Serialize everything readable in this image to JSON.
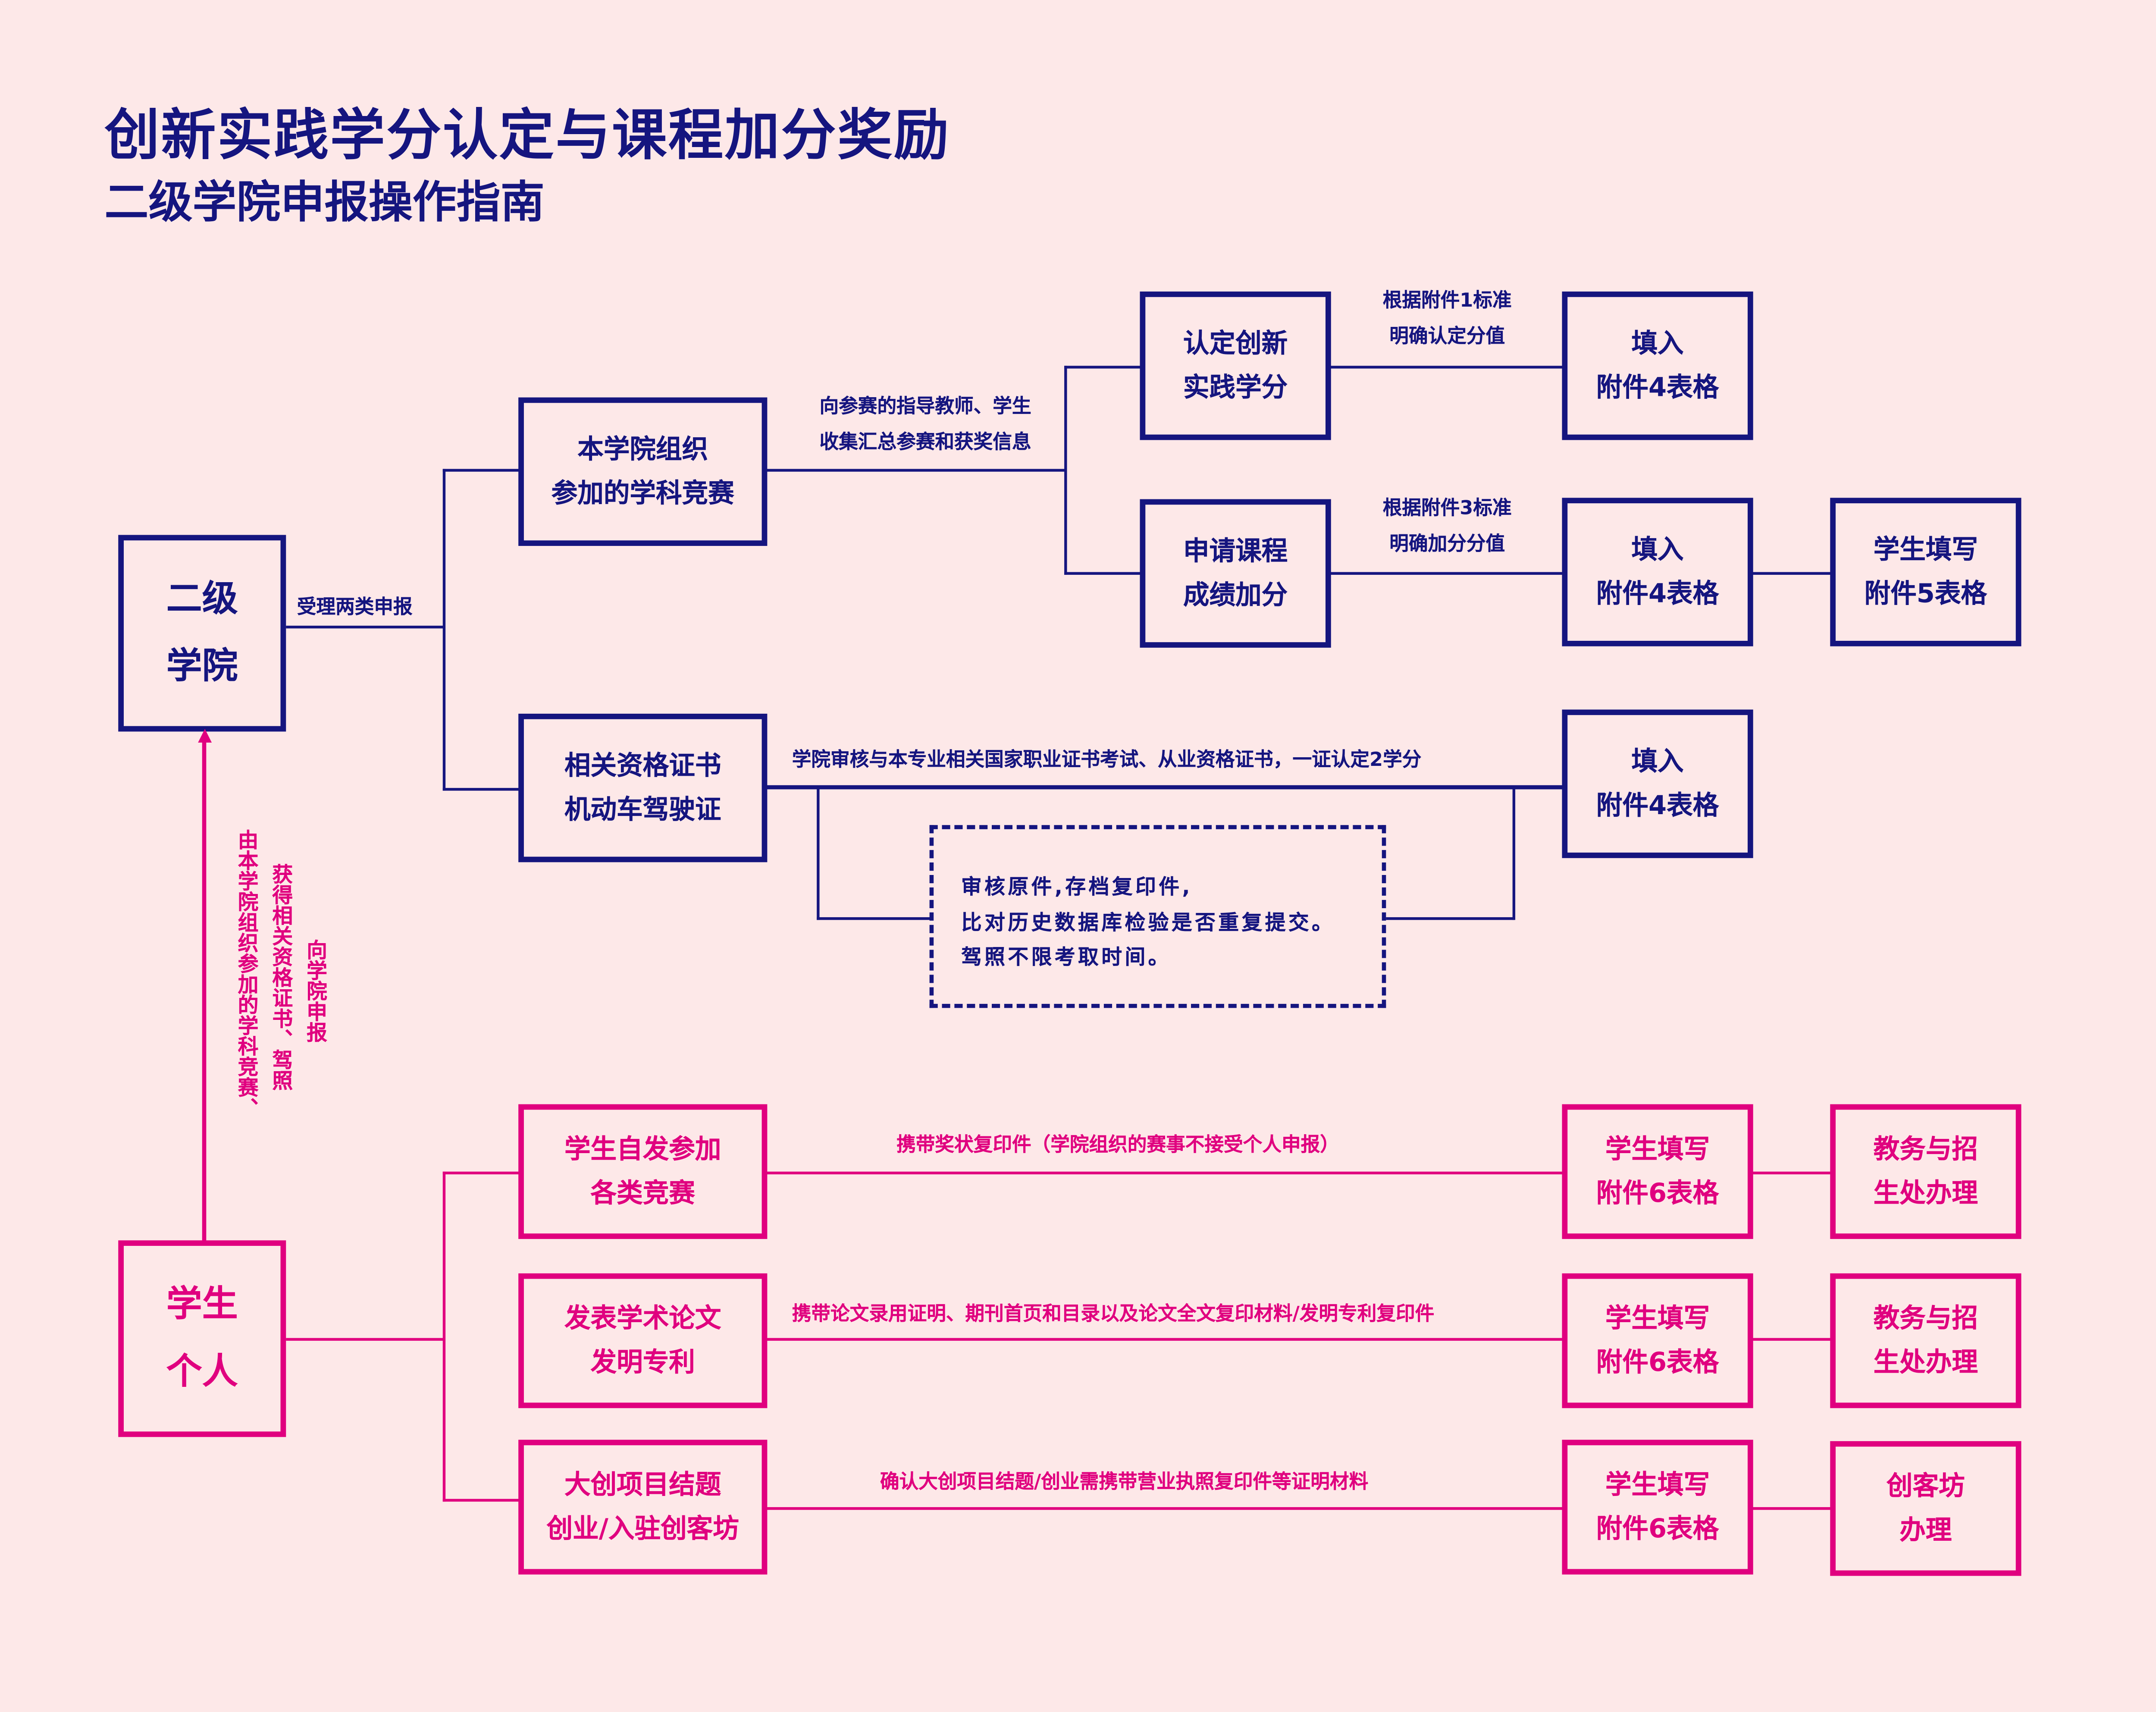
{
  "header": {
    "title": "创新实践学分认定与课程加分奖励",
    "subtitle": "二级学院申报操作指南"
  },
  "colors": {
    "background": "#fde8e8",
    "college_flow": "#15157f",
    "student_flow": "#e0007f"
  },
  "college": {
    "node": {
      "line1": "二级",
      "line2": "学院"
    },
    "accept_label": "受理两类申报",
    "competition": {
      "node": {
        "line1": "本学院组织",
        "line2": "参加的学科竞赛"
      },
      "note": {
        "line1": "向参赛的指导教师、学生",
        "line2": "收集汇总参赛和获奖信息"
      },
      "credit": {
        "node": {
          "line1": "认定创新",
          "line2": "实践学分"
        },
        "note": {
          "line1": "根据附件1标准",
          "line2": "明确认定分值"
        },
        "form": {
          "line1": "填入",
          "line2": "附件4表格"
        }
      },
      "bonus": {
        "node": {
          "line1": "申请课程",
          "line2": "成绩加分"
        },
        "note": {
          "line1": "根据附件3标准",
          "line2": "明确加分分值"
        },
        "form": {
          "line1": "填入",
          "line2": "附件4表格"
        },
        "student_form": {
          "line1": "学生填写",
          "line2": "附件5表格"
        }
      }
    },
    "certificate": {
      "node": {
        "line1": "相关资格证书",
        "line2": "机动车驾驶证"
      },
      "note": "学院审核与本专业相关国家职业证书考试、从业资格证书，一证认定2学分",
      "form": {
        "line1": "填入",
        "line2": "附件4表格"
      },
      "review": {
        "line1": "审核原件,存档复印件,",
        "line2": "比对历史数据库检验是否重复提交。",
        "line3": "驾照不限考取时间。"
      }
    }
  },
  "student": {
    "node": {
      "line1": "学生",
      "line2": "个人"
    },
    "report_labels": [
      "由本学院组织参加的学科竞赛、",
      "获得相关资格证书、驾照",
      "向学院申报"
    ],
    "rows": [
      {
        "node": {
          "line1": "学生自发参加",
          "line2": "各类竞赛"
        },
        "note": "携带奖状复印件（学院组织的赛事不接受个人申报）",
        "form": {
          "line1": "学生填写",
          "line2": "附件6表格"
        },
        "office": {
          "line1": "教务与招",
          "line2": "生处办理"
        }
      },
      {
        "node": {
          "line1": "发表学术论文",
          "line2": "发明专利"
        },
        "note": "携带论文录用证明、期刊首页和目录以及论文全文复印材料/发明专利复印件",
        "form": {
          "line1": "学生填写",
          "line2": "附件6表格"
        },
        "office": {
          "line1": "教务与招",
          "line2": "生处办理"
        }
      },
      {
        "node": {
          "line1": "大创项目结题",
          "line2": "创业/入驻创客坊"
        },
        "note": "确认大创项目结题/创业需携带营业执照复印件等证明材料",
        "form": {
          "line1": "学生填写",
          "line2": "附件6表格"
        },
        "office": {
          "line1": "创客坊",
          "line2": "办理"
        }
      }
    ]
  }
}
